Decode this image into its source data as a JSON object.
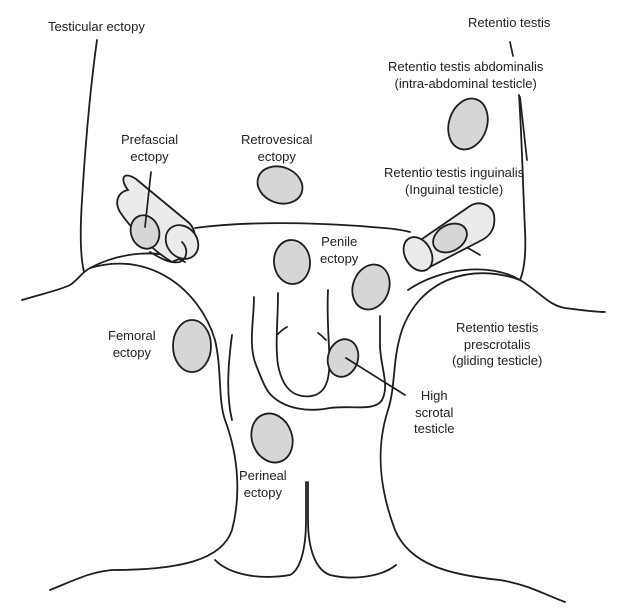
{
  "figure": {
    "title": "Locations of undescended and ectopic testes",
    "colors": {
      "line": "#1e1e1e",
      "testis_fill": "#d6d6d6",
      "canal_fill": "#ebebeb",
      "text": "#222222",
      "background": "#ffffff"
    }
  },
  "labels": {
    "testicular_ectopy": {
      "lines": [
        "Testicular ectopy"
      ]
    },
    "retentio_testis": {
      "lines": [
        "Retentio testis"
      ]
    },
    "abdominalis": {
      "lines": [
        "Retentio testis abdominalis",
        "(intra-abdominal testicle)"
      ]
    },
    "prefascial": {
      "lines": [
        "Prefascial",
        "ectopy"
      ]
    },
    "retrovesical": {
      "lines": [
        "Retrovesical",
        "ectopy"
      ]
    },
    "inguinalis": {
      "lines": [
        "Retentio testis inguinalis",
        "(Inguinal testicle)"
      ]
    },
    "penile": {
      "lines": [
        "Penile",
        "ectopy"
      ]
    },
    "femoral": {
      "lines": [
        "Femoral",
        "ectopy"
      ]
    },
    "prescrotalis": {
      "lines": [
        "Retentio testis",
        "prescrotalis",
        "(gliding testicle)"
      ]
    },
    "high_scrotal": {
      "lines": [
        "High",
        "scrotal",
        "testicle"
      ]
    },
    "perineal": {
      "lines": [
        "Perineal",
        "ectopy"
      ]
    }
  }
}
